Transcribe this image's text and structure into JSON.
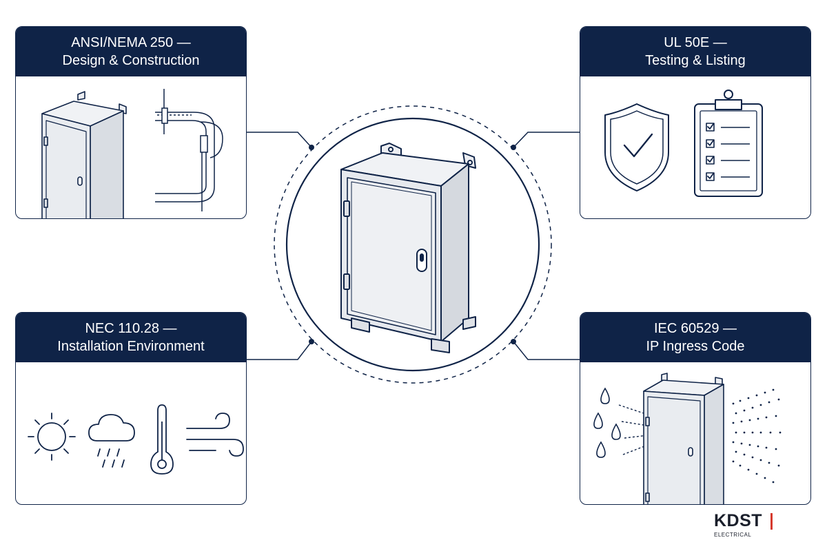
{
  "colors": {
    "navy": "#0f2347",
    "ink": "#1a1f2b",
    "accent_red": "#d63a2e",
    "steel": "#e3e6eb"
  },
  "panels": {
    "ansi": {
      "title_line1": "ANSI/NEMA 250 —",
      "title_line2": "Design & Construction",
      "icons": [
        "enclosure-icon",
        "flange-cross-section-icon"
      ]
    },
    "ul": {
      "title_line1": "UL 50E —",
      "title_line2": "Testing & Listing",
      "icons": [
        "shield-check-icon",
        "checklist-clipboard-icon"
      ]
    },
    "nec": {
      "title_line1": "NEC 110.28 —",
      "title_line2": "Installation Environment",
      "icons": [
        "sun-icon",
        "rain-cloud-icon",
        "thermometer-icon",
        "wind-icon"
      ]
    },
    "iec": {
      "title_line1": "IEC 60529 —",
      "title_line2": "IP Ingress Code",
      "icons": [
        "water-drops-icon",
        "enclosure-icon",
        "dust-spray-icon"
      ]
    }
  },
  "center": {
    "icon": "electrical-enclosure-icon"
  },
  "logo": {
    "name": "KDST",
    "sub": "ELECTRICAL"
  }
}
